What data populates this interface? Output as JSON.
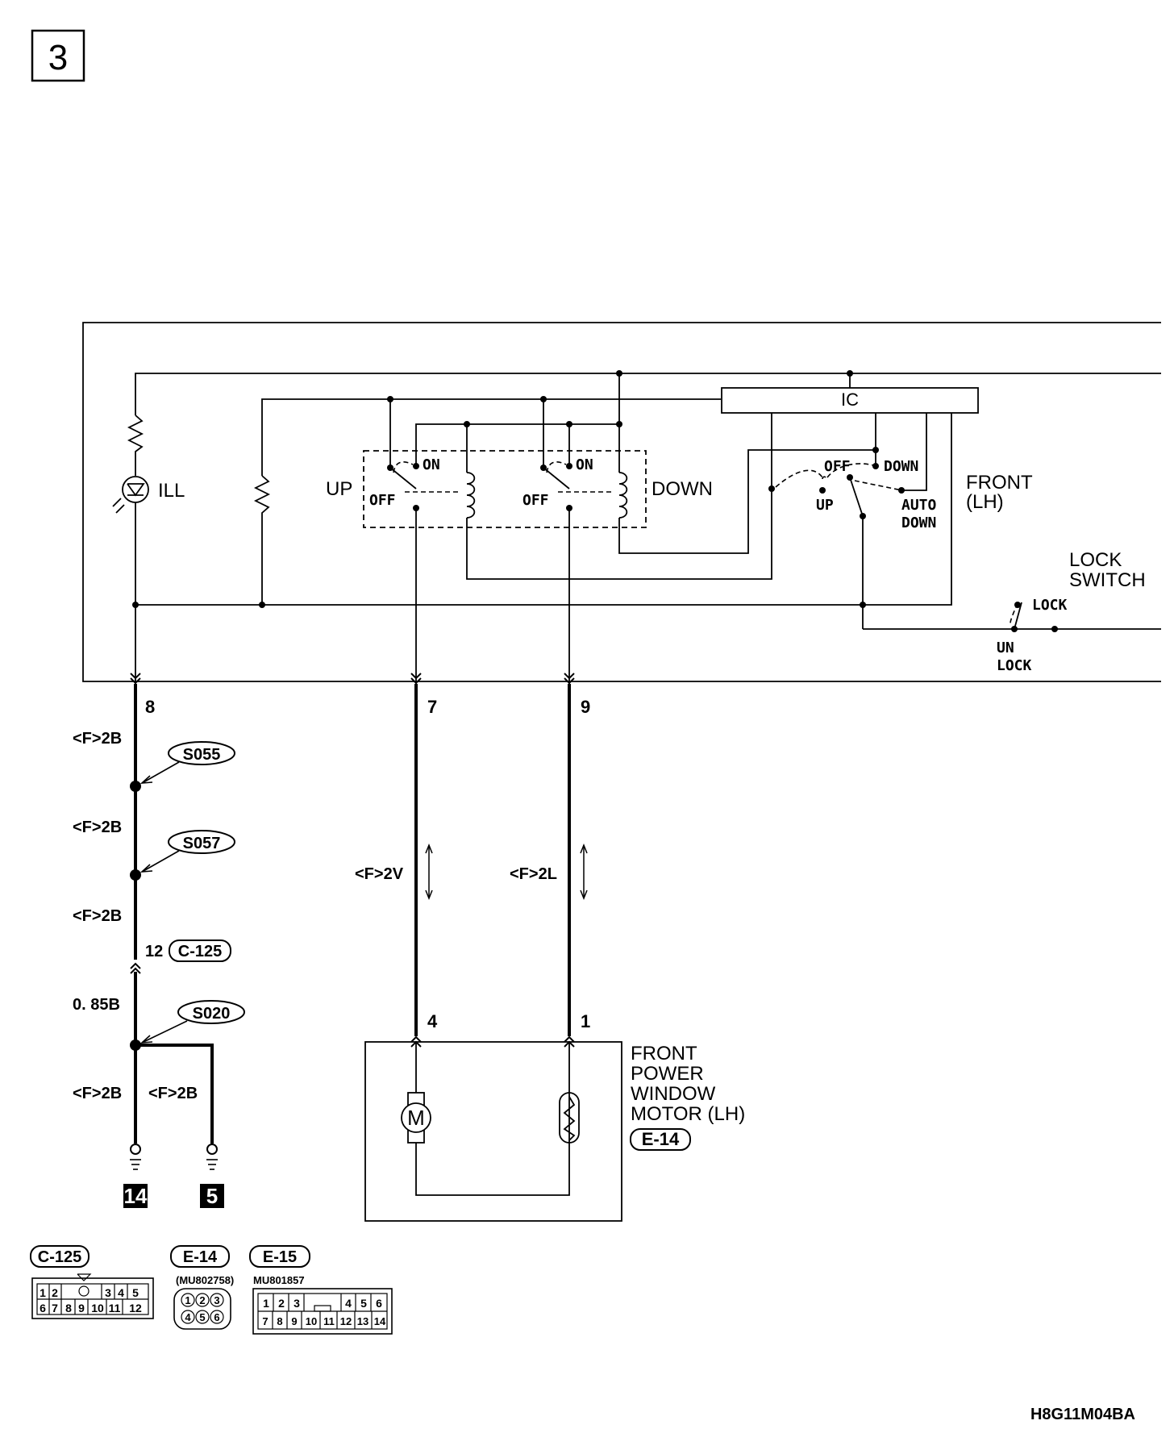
{
  "page_number": "3",
  "figure_code": "H8G11M04BA",
  "colors": {
    "ink": "#000000",
    "paper": "#ffffff"
  },
  "switch_block": {
    "ic_label": "IC",
    "ill_label": "ILL",
    "up_label": "UP",
    "down_label": "DOWN",
    "relay_up": {
      "on": "ON",
      "off": "OFF"
    },
    "relay_down": {
      "on": "ON",
      "off": "OFF"
    },
    "main_switch": {
      "off": "OFF",
      "down": "DOWN",
      "up": "UP",
      "auto_down_1": "AUTO",
      "auto_down_2": "DOWN"
    },
    "front_lh_1": "FRONT",
    "front_lh_2": "(LH)",
    "lock_switch_1": "LOCK",
    "lock_switch_2": "SWITCH",
    "lock_pos": "LOCK",
    "unlock_pos_1": "UN",
    "unlock_pos_2": "LOCK"
  },
  "pins": {
    "p8": "8",
    "p7": "7",
    "p9": "9",
    "p4": "4",
    "p1": "1"
  },
  "wires": {
    "w1": "<F>2B",
    "w2": "<F>2B",
    "w3": "<F>2B",
    "w4": "0. 85B",
    "w5": "<F>2B",
    "w6": "<F>2B",
    "w7": "<F>2V",
    "w8": "<F>2L"
  },
  "splices": {
    "s055": "S055",
    "s057": "S057",
    "s020": "S020"
  },
  "connector_c125": {
    "pin": "12",
    "code": "C-125"
  },
  "grounds": {
    "g14": "14",
    "g5": "5"
  },
  "motor": {
    "line1": "FRONT",
    "line2": "POWER",
    "line3": "WINDOW",
    "line4": "MOTOR (LH)",
    "code": "E-14",
    "symbol": "M"
  },
  "connector_views": {
    "c125": {
      "code": "C-125",
      "row1": [
        "1",
        "2",
        "3",
        "4",
        "5"
      ],
      "row2": [
        "6",
        "7",
        "8",
        "9",
        "10",
        "11",
        "12"
      ]
    },
    "e14": {
      "code": "E-14",
      "part": "(MU802758)",
      "row1": [
        "1",
        "2",
        "3"
      ],
      "row2": [
        "4",
        "5",
        "6"
      ]
    },
    "e15": {
      "code": "E-15",
      "part": "MU801857",
      "row1": [
        "1",
        "2",
        "3",
        "4",
        "5",
        "6"
      ],
      "row2": [
        "7",
        "8",
        "9",
        "10",
        "11",
        "12",
        "13",
        "14"
      ]
    }
  }
}
